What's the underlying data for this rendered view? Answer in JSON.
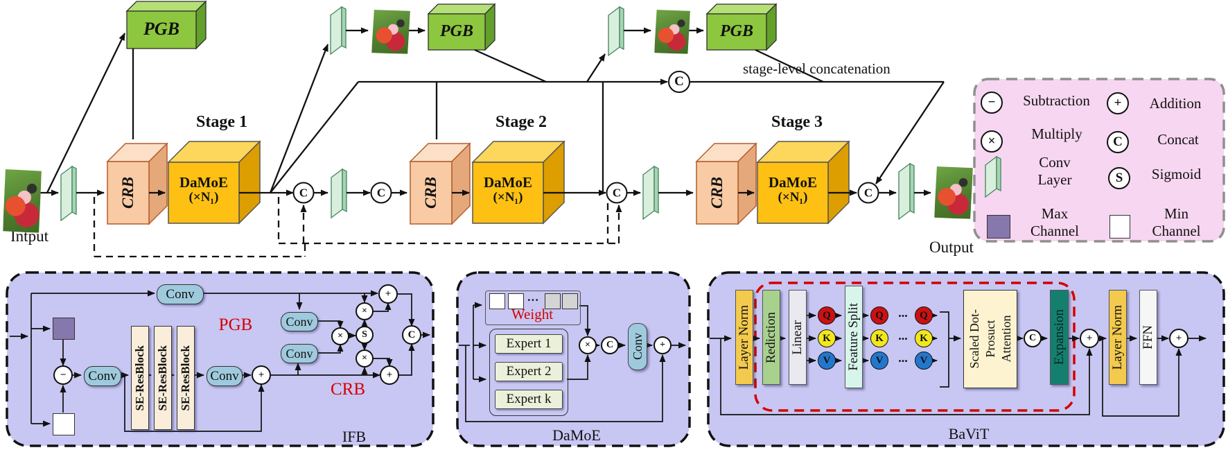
{
  "figure": {
    "input_label": "Intput",
    "output_label": "Output",
    "concat_note": "stage-level concatenation",
    "pgb": "PGB",
    "crb": "CRB",
    "damoe": "DaMoE",
    "damoe_repeat": "(×N₁)",
    "stages": [
      "Stage 1",
      "Stage 2",
      "Stage 3"
    ]
  },
  "legend": {
    "subtraction": "Subtraction",
    "addition": "Addition",
    "multiply": "Multiply",
    "concat": "Concat",
    "conv_layer": "Conv\nLayer",
    "sigmoid": "Sigmoid",
    "max_channel": "Max\nChannel",
    "min_channel": "Min\nChannel"
  },
  "ifb": {
    "caption": "IFB",
    "pgb": "PGB",
    "crb": "CRB",
    "conv": "Conv",
    "se_resblock": "SE-ResBlock"
  },
  "damoe": {
    "caption": "DaMoE",
    "weight": "Weight",
    "dots": "···",
    "experts": [
      "Expert 1",
      "Expert 2",
      "Expert k"
    ],
    "conv": "Conv"
  },
  "bavit": {
    "caption": "BaViT",
    "layer_norm": "Layer Norm",
    "rediction": "Rediction",
    "linear": "Linear",
    "feature_split": "Feature Split",
    "q": "Q",
    "k": "K",
    "v": "V",
    "dots": "...",
    "sdpa": "Scaled Dot-\nProsuct\nAttention",
    "expansion": "Expansion",
    "ffn": "FFN"
  },
  "ops": {
    "minus": "−",
    "plus": "+",
    "times": "×",
    "concat": "C",
    "sigmoid": "S"
  },
  "colors": {
    "pgb_green": "#8dc63f",
    "crb_peach": "#f8cba4",
    "damoe_amber": "#fdc013",
    "conv_plate": "#d9efdd",
    "legend_pink": "#f6d6f0",
    "panel_lavender": "#c8c6f2",
    "accent_red": "#d40000",
    "q_red": "#cc1111",
    "k_yellow": "#f2e71d",
    "v_blue": "#2277cc",
    "expansion_teal": "#157f6f",
    "layer_norm_gold": "#f3ca4d"
  }
}
